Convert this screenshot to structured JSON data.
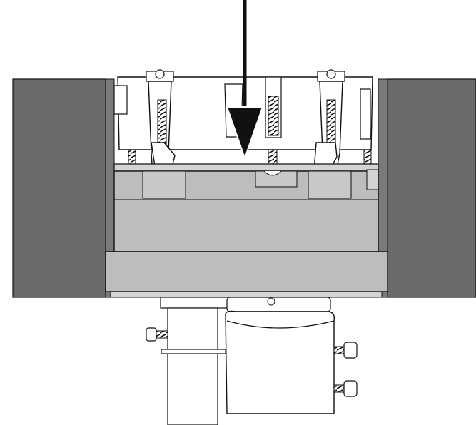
{
  "diagram": {
    "kind": "technical-illustration",
    "caption": "",
    "colors": {
      "background": "#ffffff",
      "ceiling_panel": "#6b6b6b",
      "housing": "#bdbdbd",
      "housing_light": "#d4d4d4",
      "line": "#111111",
      "metal": "#ffffff",
      "arrow": "#111111"
    },
    "components": [
      {
        "id": "arrow",
        "icon": "down-arrow-icon"
      },
      {
        "id": "ceiling-left",
        "icon": "ceiling-panel"
      },
      {
        "id": "ceiling-right",
        "icon": "ceiling-panel"
      },
      {
        "id": "mounting-ring",
        "icon": "housing"
      },
      {
        "id": "clamp-left",
        "icon": "spring-clamp"
      },
      {
        "id": "clamp-right",
        "icon": "spring-clamp"
      },
      {
        "id": "camera-body",
        "icon": "cylinder"
      },
      {
        "id": "pole",
        "icon": "pole"
      }
    ]
  }
}
